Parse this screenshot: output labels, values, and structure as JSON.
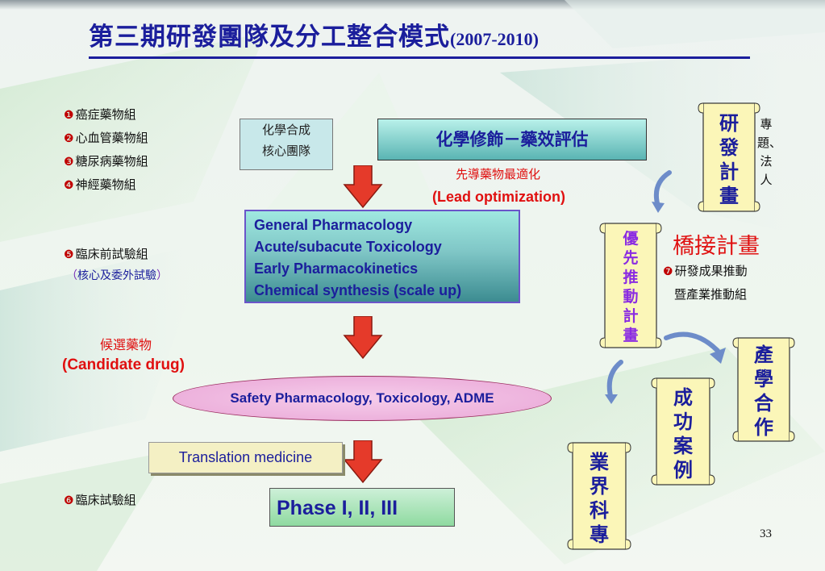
{
  "title": {
    "main": "第三期研發團隊及分工整合模式",
    "years": "(2007-2010)"
  },
  "groups": [
    {
      "num": "❶",
      "label": "癌症藥物組"
    },
    {
      "num": "❷",
      "label": "心血管藥物組"
    },
    {
      "num": "❸",
      "label": "糖尿病藥物組"
    },
    {
      "num": "❹",
      "label": "神經藥物組"
    },
    {
      "num": "❺",
      "label": "臨床前試驗組"
    },
    {
      "num": "❻",
      "label": "臨床試驗組"
    }
  ],
  "preclinical_note": "核心及委外試驗",
  "core_team": {
    "line1": "化學合成",
    "line2": "核心團隊"
  },
  "chem_eval": "化學修飾－藥效評估",
  "lead_opt": {
    "zh": "先導藥物最適化",
    "en": "(Lead optimization)"
  },
  "pharma_box": [
    "General Pharmacology",
    "Acute/subacute Toxicology",
    "Early Pharmacokinetics",
    "Chemical synthesis (scale up)"
  ],
  "candidate": {
    "zh": "候選藥物",
    "en": "(Candidate drug)"
  },
  "safety": "Safety Pharmacology, Toxicology, ADME",
  "translation": "Translation medicine",
  "phase": "Phase I, II, III",
  "scrolls": {
    "research_plan": "研發計畫",
    "priority_plan": "優先推動計畫",
    "industry_academia": "產學合作",
    "success_cases": "成功案例",
    "industry_tech": "業界科專"
  },
  "side_note": "專題、法人",
  "bridge_plan": "橋接計畫",
  "group7": {
    "num": "❼",
    "line1": "研發成果推動",
    "line2": "暨產業推動組"
  },
  "page_number": "33",
  "colors": {
    "title": "#1b1e9c",
    "red": "#e01010",
    "accent_purple": "#8a2be2"
  }
}
